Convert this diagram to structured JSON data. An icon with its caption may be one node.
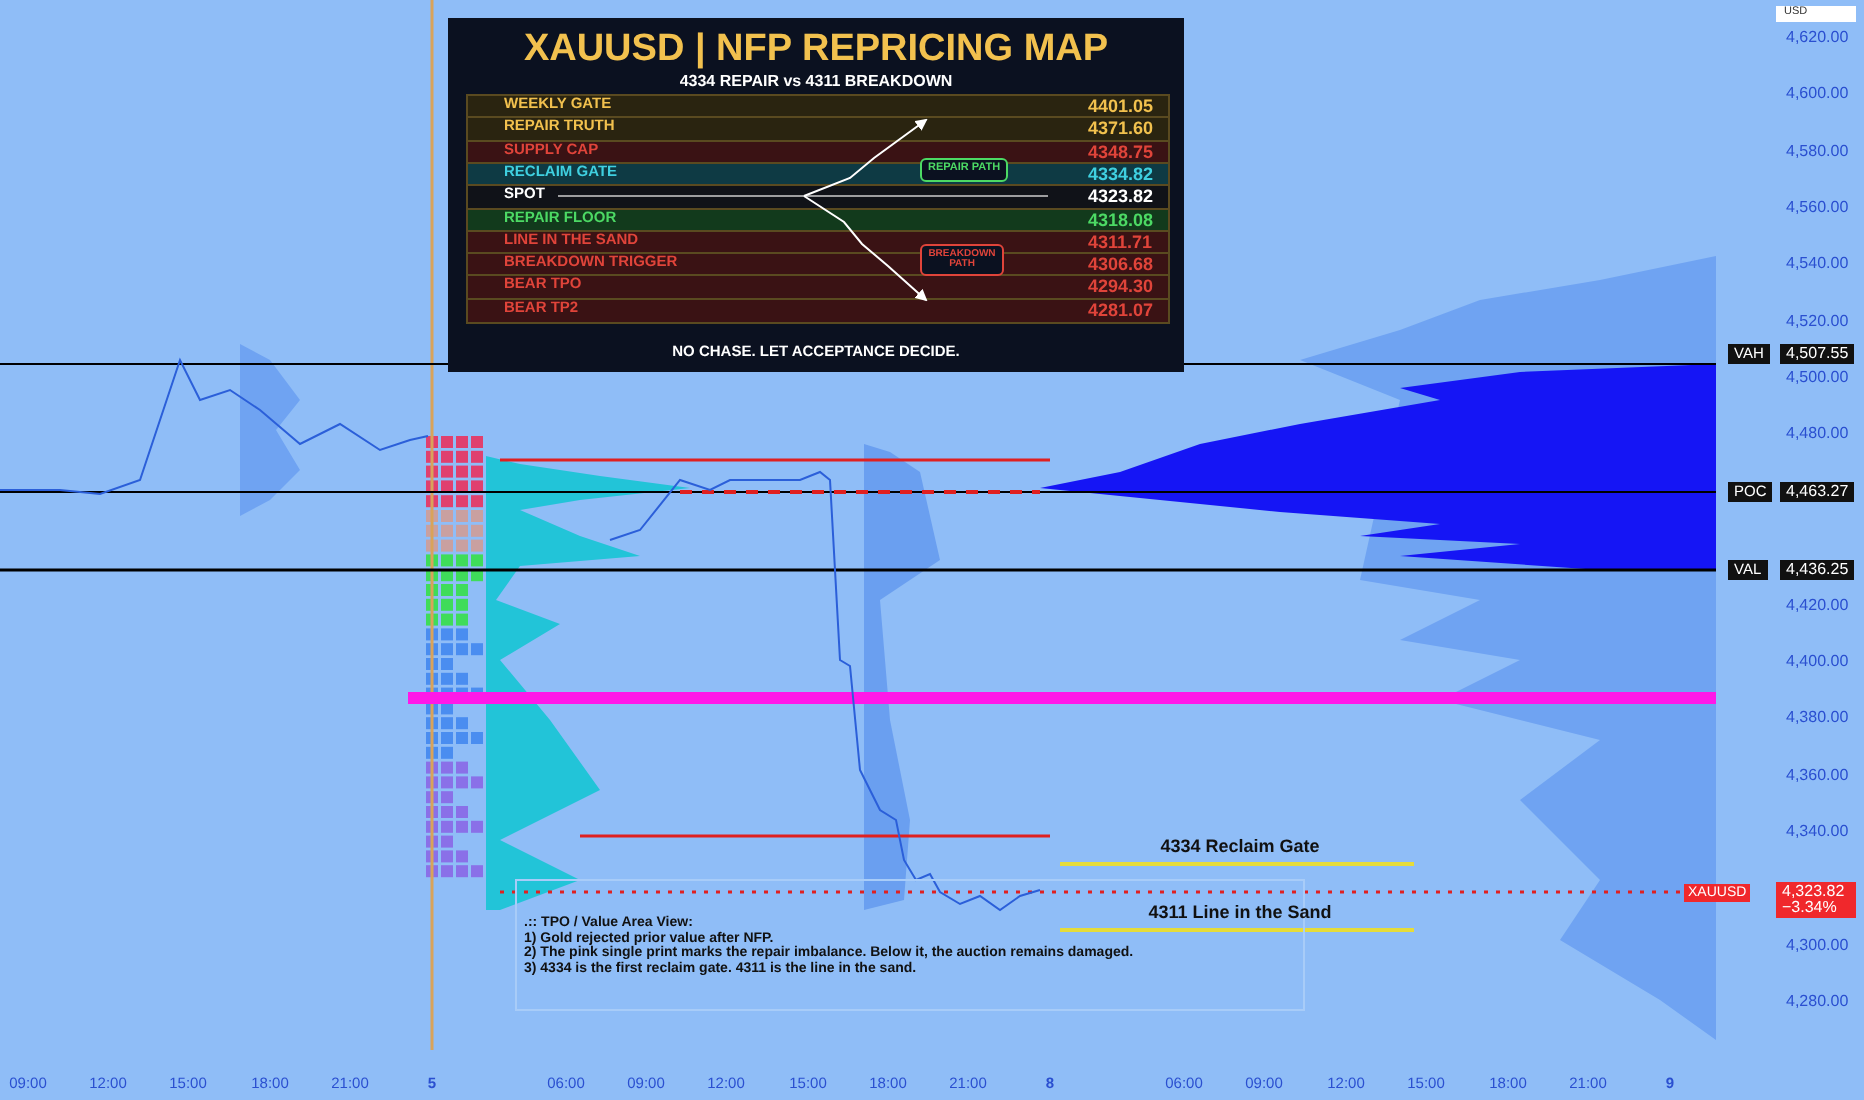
{
  "diagram": {
    "title": "XAUUSD | NFP REPRICING MAP",
    "labels": [
      "4334 REPAIR vs 4311 BREAKDOWN",
      "WEEKLY GATE",
      "4401.05",
      "REPAIR TRUTH",
      "4371.60",
      "SUPPLY CAP",
      "4348.75",
      "RECLAIM GATE",
      "4334.82",
      "SPOT",
      "4323.82",
      "REPAIR FLOOR",
      "4318.08",
      "LINE IN THE SAND",
      "4311.71",
      "BREAKDOWN TRIGGER",
      "4306.68",
      "BEAR TPO",
      "4294.30",
      "BEAR TP2",
      "4281.07",
      "REPAIR PATH",
      "BREAKDOWN PATH",
      "NO CHASE. LET ACCEPTANCE DECIDE.",
      "USD",
      "4,620.00",
      "4,600.00",
      "4,580.00",
      "4,560.00",
      "4,540.00",
      "4,520.00",
      "4,500.00",
      "4,480.00",
      "4,420.00",
      "4,400.00",
      "4,380.00",
      "4,360.00",
      "4,340.00",
      "4,300.00",
      "4,280.00",
      "VAH",
      "4,507.55",
      "POC",
      "4,463.27",
      "VAL",
      "4,436.25",
      "4334 Reclaim Gate",
      "4311 Line in the Sand",
      "XAUUSD",
      "4,323.82",
      "−3.34%",
      ".:: TPO / Value Area View:",
      "1) Gold rejected prior value after NFP.",
      "2) The pink single print marks the repair imbalance. Below it, the auction remains damaged.",
      "3) 4334 is the first reclaim gate. 4311 is the line in the sand.",
      "09:00",
      "12:00",
      "15:00",
      "18:00",
      "21:00",
      "5",
      "06:00",
      "09:00",
      "12:00",
      "15:00",
      "18:00",
      "21:00",
      "8",
      "06:00",
      "09:00",
      "12:00",
      "15:00",
      "18:00",
      "21:00",
      "9"
    ]
  }
}
